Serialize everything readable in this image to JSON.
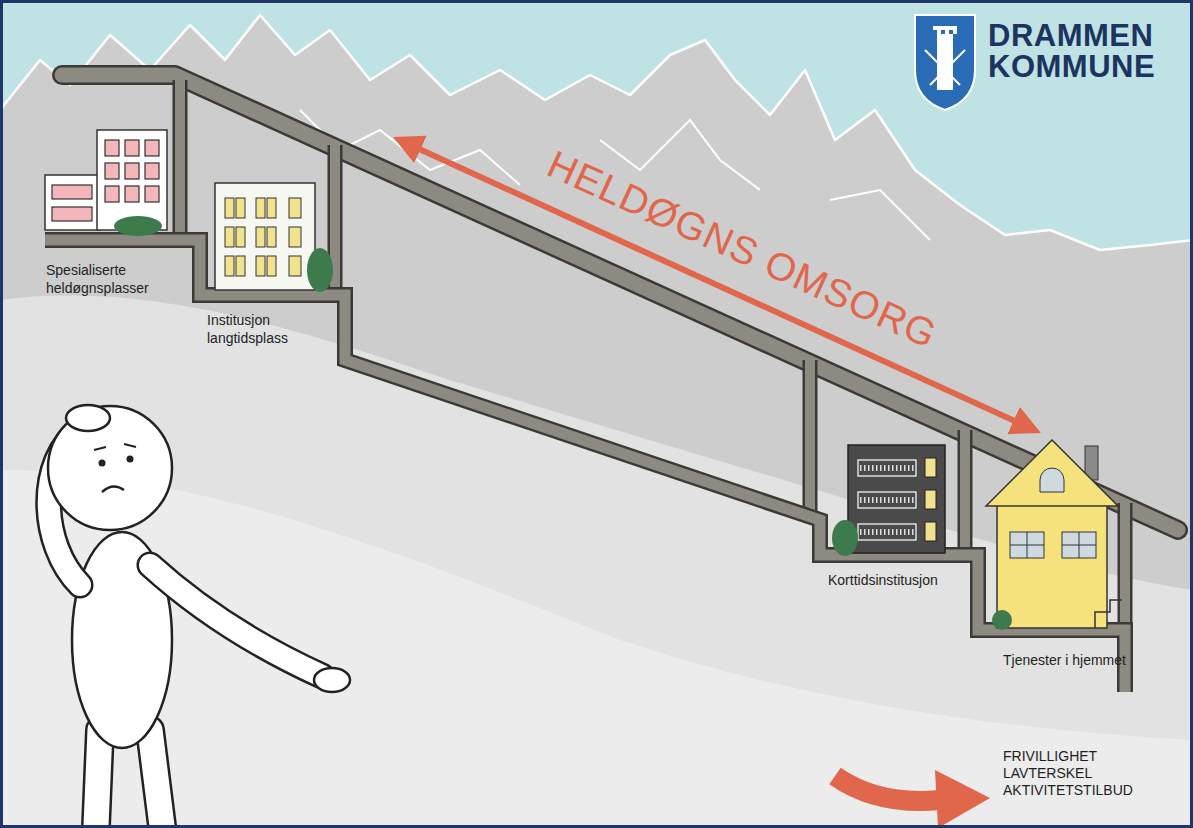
{
  "diagram": {
    "labels": [
      "DRAMMEN KOMMUNE",
      "HELDØGNS OMSORG",
      "Spesialiserte heldøgnsplasser",
      "Institusjon langtidsplass",
      "Korttidsinstitusjon",
      "Tjenester i hjemmet",
      "FRIVILLIGHET LAVTERSKEL AKTIVITETSTILBUD"
    ]
  }
}
